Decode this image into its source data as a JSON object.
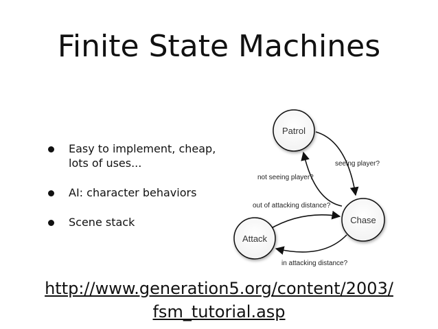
{
  "slide": {
    "title": "Finite State Machines",
    "bullets": [
      "Easy to implement, cheap, lots of uses...",
      "AI: character behaviors",
      "Scene stack"
    ],
    "link_line1": "http://www.generation5.org/content/2003/",
    "link_line2": "fsm_tutorial.asp"
  },
  "diagram": {
    "nodes": {
      "patrol": "Patrol",
      "chase": "Chase",
      "attack": "Attack"
    },
    "edges": {
      "patrol_to_chase": "seeing player?",
      "chase_to_patrol": "not seeing player?",
      "attack_to_chase": "out of attacking distance?",
      "chase_to_attack": "in attacking distance?"
    }
  }
}
